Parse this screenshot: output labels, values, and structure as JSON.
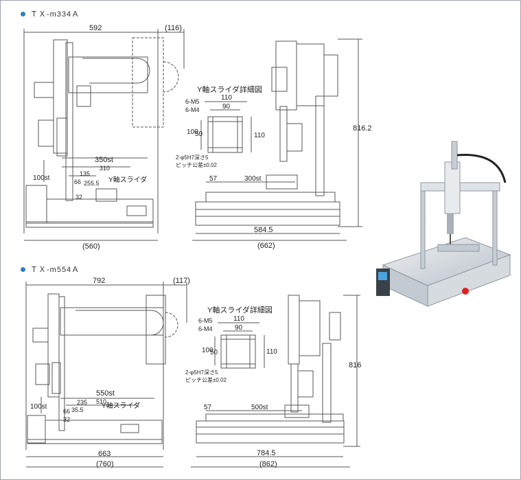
{
  "sections": [
    {
      "model": "ＴＸ-m334Ａ",
      "front": {
        "width": "592",
        "overhang": "(116)",
        "y_stroke": "350st",
        "y_sub": "310",
        "z_a": "135",
        "z_b": "255.5",
        "x_stroke": "100st",
        "x_sub": "32",
        "offset": "66",
        "slider_label": "Y軸スライダ",
        "base_width": "(560)"
      },
      "side": {
        "height": "816.2",
        "z_off": "57",
        "x_stroke": "300st",
        "depth": "584.5",
        "depth_total": "(662)"
      },
      "detail": {
        "title": "Y軸スライダ詳細図",
        "m5": "6-M5",
        "m4": "6-M4",
        "d110": "110",
        "d90": "90",
        "h100": "100",
        "h50": "50",
        "h110": "110",
        "hole": "2-φ5H7深さ5",
        "pitch": "ピッチ公差±0.02"
      }
    },
    {
      "model": "ＴＸ-m554Ａ",
      "front": {
        "width": "792",
        "overhang": "(117)",
        "y_stroke": "550st",
        "y_sub": "510",
        "z_a": "235",
        "z_b": "35.5",
        "x_stroke": "100st",
        "x_sub": "32",
        "offset": "66",
        "slider_label": "Y軸スライダ",
        "base_width": "663",
        "base_total": "(760)"
      },
      "side": {
        "height": "816",
        "z_off": "57",
        "x_stroke": "500st",
        "depth": "784.5",
        "depth_total": "(862)"
      },
      "detail": {
        "title": "Y軸スライダ詳細図",
        "m5": "6-M5",
        "m4": "6-M4",
        "d110": "110",
        "d90": "90",
        "h100": "100",
        "h50": "50",
        "h110": "110",
        "hole": "2-φ5H7深さ5",
        "pitch": "ピッチ公差±0.02"
      }
    }
  ],
  "colors": {
    "accent_dot": "#2d7fc1",
    "line": "#555555",
    "frame": "#9aa3ad"
  }
}
